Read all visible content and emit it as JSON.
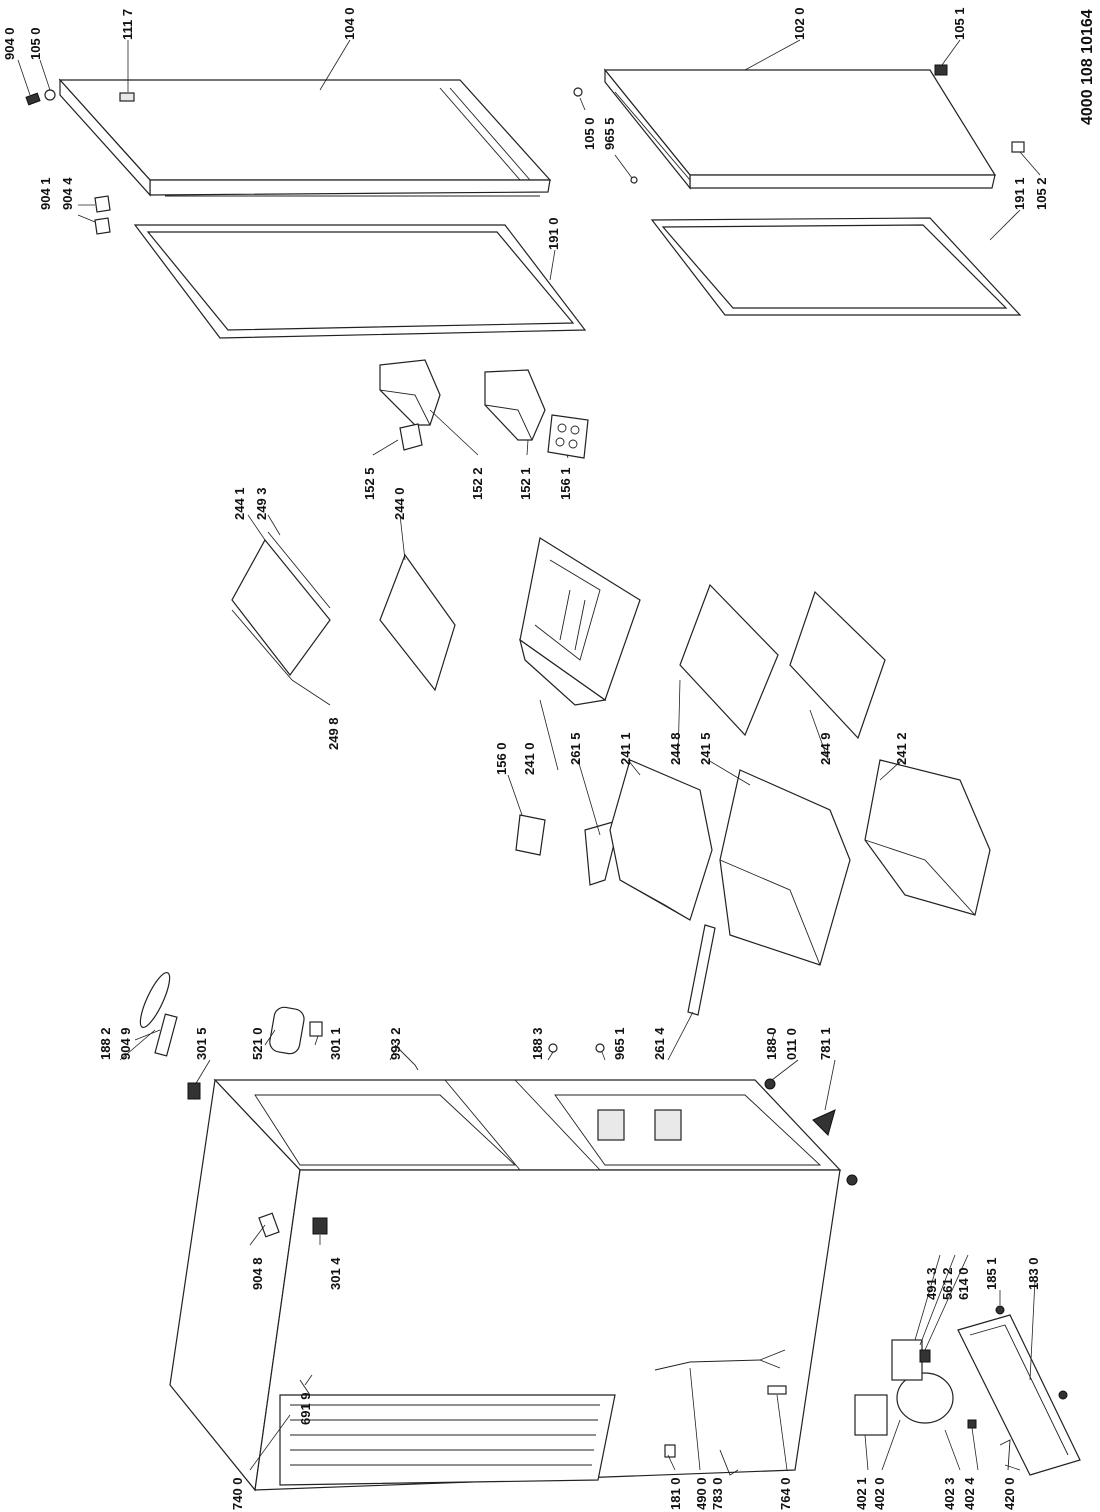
{
  "document_number": "4000 108 10164",
  "callouts": [
    {
      "id": "c-9040-top",
      "text": "904 0"
    },
    {
      "id": "c-1050-top",
      "text": "105 0"
    },
    {
      "id": "c-1117",
      "text": "111 7"
    },
    {
      "id": "c-1040",
      "text": "104 0"
    },
    {
      "id": "c-1020",
      "text": "102 0"
    },
    {
      "id": "c-1051",
      "text": "105 1"
    },
    {
      "id": "c-1050-mid",
      "text": "105 0"
    },
    {
      "id": "c-9655",
      "text": "965 5"
    },
    {
      "id": "c-1911",
      "text": "191 1"
    },
    {
      "id": "c-1052",
      "text": "105 2"
    },
    {
      "id": "c-9041",
      "text": "904 1"
    },
    {
      "id": "c-9044",
      "text": "904 4"
    },
    {
      "id": "c-1910",
      "text": "191 0"
    },
    {
      "id": "c-2441",
      "text": "244 1"
    },
    {
      "id": "c-2493",
      "text": "249 3"
    },
    {
      "id": "c-2440",
      "text": "244 0"
    },
    {
      "id": "c-2498",
      "text": "249 8"
    },
    {
      "id": "c-1525",
      "text": "152 5"
    },
    {
      "id": "c-1522",
      "text": "152 2"
    },
    {
      "id": "c-1521",
      "text": "152 1"
    },
    {
      "id": "c-1561",
      "text": "156 1"
    },
    {
      "id": "c-1560",
      "text": "156 0"
    },
    {
      "id": "c-2410",
      "text": "241 0"
    },
    {
      "id": "c-2615",
      "text": "261 5"
    },
    {
      "id": "c-2411",
      "text": "241 1"
    },
    {
      "id": "c-2448",
      "text": "244 8"
    },
    {
      "id": "c-2415",
      "text": "241 5"
    },
    {
      "id": "c-2449",
      "text": "244 9"
    },
    {
      "id": "c-2412",
      "text": "241 2"
    },
    {
      "id": "c-1882",
      "text": "188 2"
    },
    {
      "id": "c-9049",
      "text": "904 9"
    },
    {
      "id": "c-3015",
      "text": "301 5"
    },
    {
      "id": "c-5210",
      "text": "521 0"
    },
    {
      "id": "c-3011",
      "text": "301 1"
    },
    {
      "id": "c-9932",
      "text": "993 2"
    },
    {
      "id": "c-1883",
      "text": "188 3"
    },
    {
      "id": "c-9651",
      "text": "965 1"
    },
    {
      "id": "c-2614",
      "text": "261 4"
    },
    {
      "id": "c-1880",
      "text": "188 0"
    },
    {
      "id": "c-0110",
      "text": "011 0"
    },
    {
      "id": "c-7811",
      "text": "781 1"
    },
    {
      "id": "c-9048",
      "text": "904 8"
    },
    {
      "id": "c-3014",
      "text": "301 4"
    },
    {
      "id": "c-4913",
      "text": "491 3"
    },
    {
      "id": "c-5612",
      "text": "561 2"
    },
    {
      "id": "c-6140",
      "text": "614 0"
    },
    {
      "id": "c-1851",
      "text": "185 1"
    },
    {
      "id": "c-1830",
      "text": "183 0"
    },
    {
      "id": "c-6919",
      "text": "691 9"
    },
    {
      "id": "c-7400",
      "text": "740 0"
    },
    {
      "id": "c-1810",
      "text": "181 0"
    },
    {
      "id": "c-4900",
      "text": "490 0"
    },
    {
      "id": "c-7830",
      "text": "783 0"
    },
    {
      "id": "c-7640",
      "text": "764 0"
    },
    {
      "id": "c-4021",
      "text": "402 1"
    },
    {
      "id": "c-4020",
      "text": "402 0"
    },
    {
      "id": "c-4023",
      "text": "402 3"
    },
    {
      "id": "c-4024",
      "text": "402 4"
    },
    {
      "id": "c-4200",
      "text": "420 0"
    }
  ]
}
